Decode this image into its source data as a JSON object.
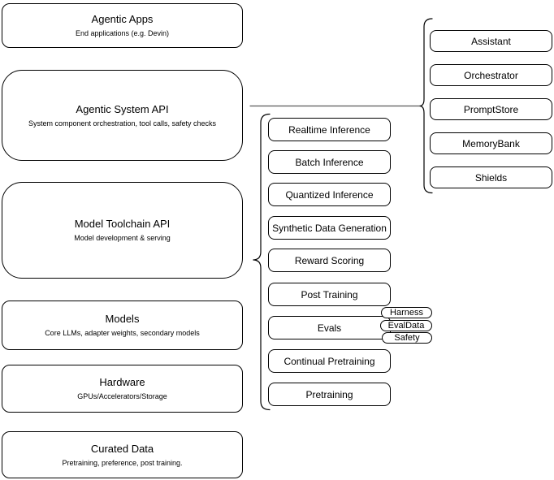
{
  "colors": {
    "background": "#ffffff",
    "node_fill": "#ffffff",
    "node_border": "#000000",
    "text": "#000000",
    "connector": "#595959"
  },
  "left_column": {
    "boxes": [
      {
        "title": "Agentic Apps",
        "subtitle": "End applications (e.g. Devin)"
      },
      {
        "title": "Agentic System API",
        "subtitle": "System component orchestration, tool calls, safety checks"
      },
      {
        "title": "Model Toolchain API",
        "subtitle": "Model development & serving"
      },
      {
        "title": "Models",
        "subtitle": "Core LLMs, adapter weights, secondary models"
      },
      {
        "title": "Hardware",
        "subtitle": "GPUs/Accelerators/Storage"
      },
      {
        "title": "Curated Data",
        "subtitle": "Pretraining, preference, post training."
      }
    ]
  },
  "toolchain_components": {
    "items": [
      {
        "label": "Realtime Inference"
      },
      {
        "label": "Batch Inference"
      },
      {
        "label": "Quantized Inference"
      },
      {
        "label": "Synthetic Data Generation"
      },
      {
        "label": "Reward Scoring"
      },
      {
        "label": "Post Training"
      },
      {
        "label": "Evals"
      },
      {
        "label": "Continual Pretraining"
      },
      {
        "label": "Pretraining"
      }
    ]
  },
  "eval_tags": {
    "items": [
      {
        "label": "Harness"
      },
      {
        "label": "EvalData"
      },
      {
        "label": "Safety"
      }
    ]
  },
  "agentic_components": {
    "items": [
      {
        "label": "Assistant"
      },
      {
        "label": "Orchestrator"
      },
      {
        "label": "PromptStore"
      },
      {
        "label": "MemoryBank"
      },
      {
        "label": "Shields"
      }
    ]
  }
}
